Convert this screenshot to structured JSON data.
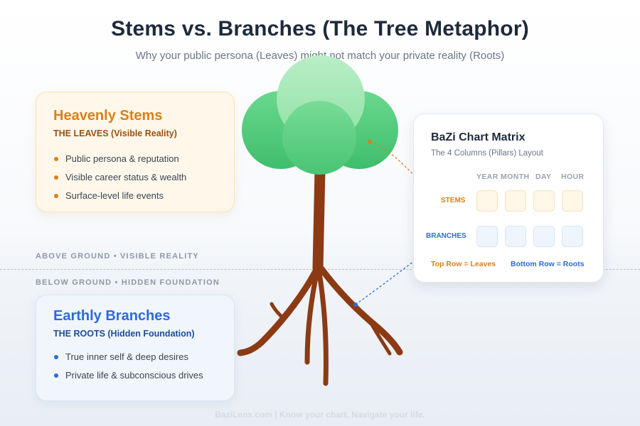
{
  "header": {
    "title": "Stems vs. Branches (The Tree Metaphor)",
    "subtitle": "Why your public persona (Leaves) might not match your private reality (Roots)"
  },
  "ground": {
    "above_label": "ABOVE GROUND • VISIBLE REALITY",
    "below_label": "BELOW GROUND • HIDDEN FOUNDATION"
  },
  "stems_card": {
    "title": "Heavenly Stems",
    "subtitle": "THE LEAVES (Visible Reality)",
    "bullets": [
      "Public persona & reputation",
      "Visible career status & wealth",
      "Surface-level life events"
    ]
  },
  "branches_card": {
    "title": "Earthly Branches",
    "subtitle": "THE ROOTS (Hidden Foundation)",
    "bullets": [
      "True inner self & deep desires",
      "Private life & subconscious drives"
    ]
  },
  "matrix": {
    "title": "BaZi Chart Matrix",
    "subtitle": "The 4 Columns (Pillars) Layout",
    "columns": [
      "YEAR",
      "MONTH",
      "DAY",
      "HOUR"
    ],
    "row_labels": {
      "stems": "STEMS",
      "branches": "BRANCHES"
    },
    "legend_top": "Top Row = Leaves",
    "legend_bottom": "Bottom Row = Roots"
  },
  "colors": {
    "stems_accent": "#d9801b",
    "branches_accent": "#2f6ad6",
    "trunk": "#8b3a14",
    "leaves": "#4cc877"
  },
  "footer": "BaziLens.com | Know your chart. Navigate your life."
}
